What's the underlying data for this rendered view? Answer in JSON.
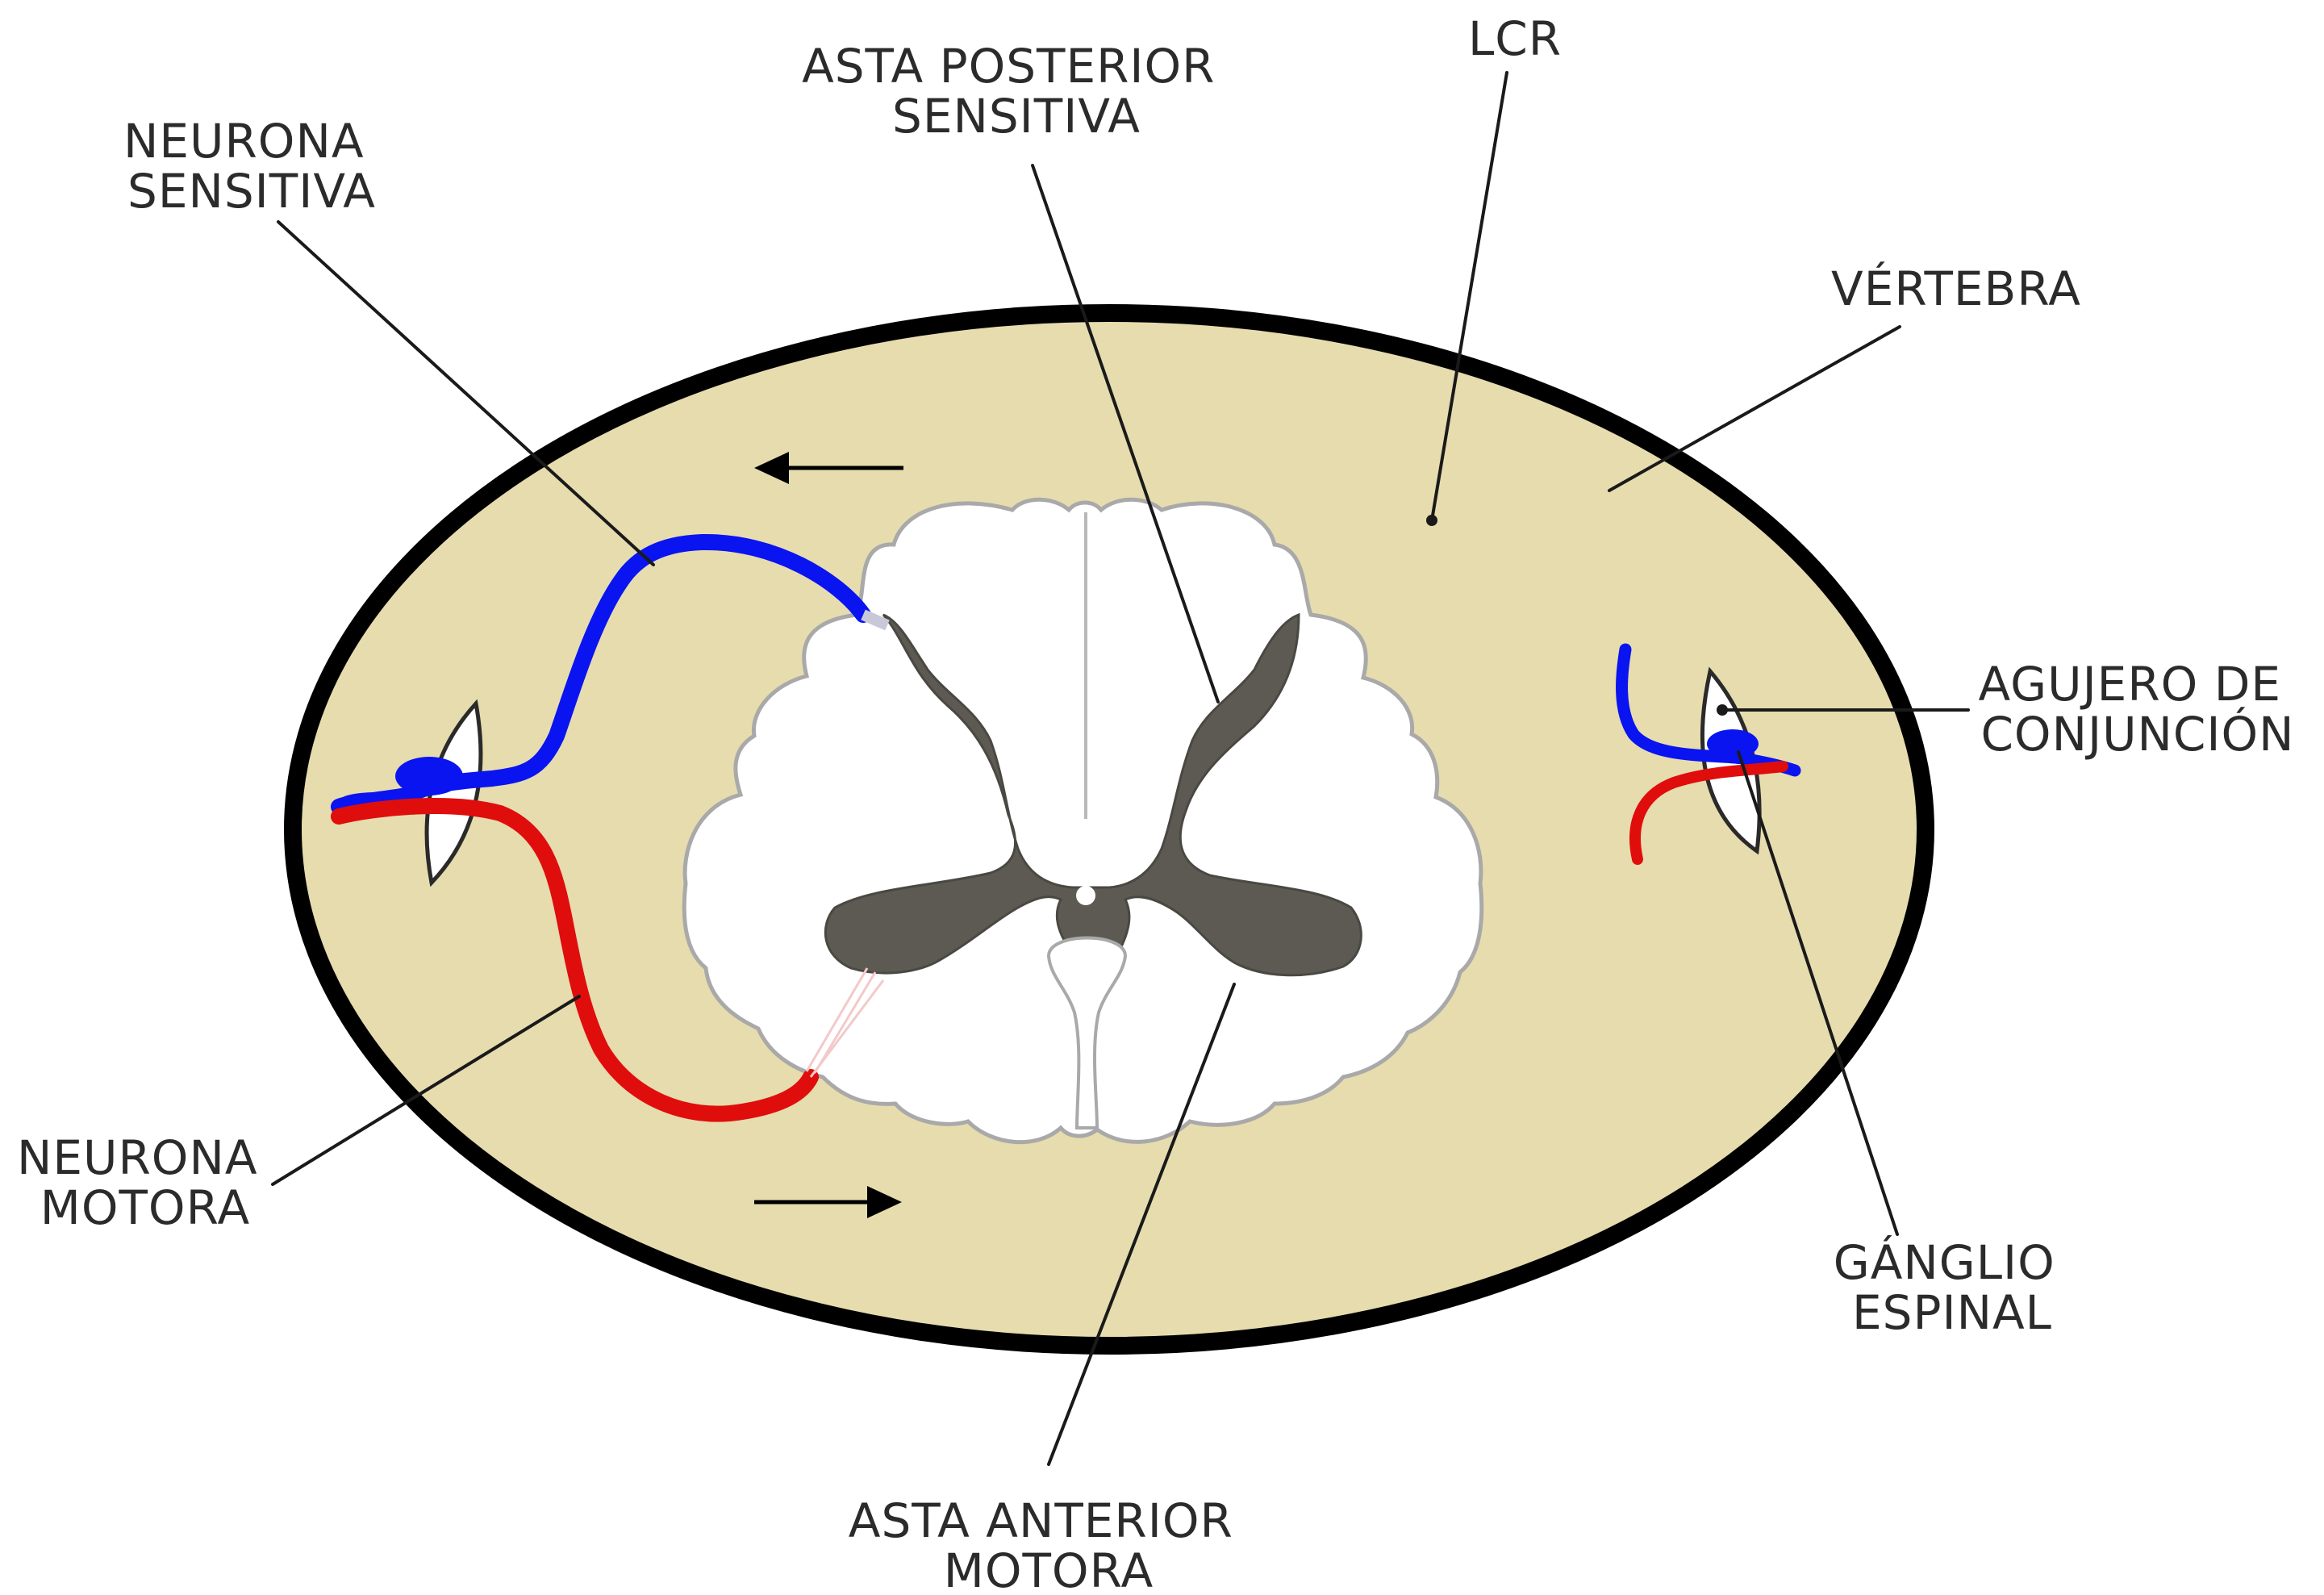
{
  "colors": {
    "background": "#ffffff",
    "csf": "#e6dcae",
    "vertebra": "#000000",
    "white_matter": "#ffffff",
    "white_matter_outline": "#a9a9a9",
    "gray_matter": "#5c5a52",
    "sensory_neuron": "#0a14f0",
    "motor_neuron": "#e00d0d",
    "foramen": "#ffffff",
    "text": "#2b2b2b",
    "leader_lines": "#1a1a1a"
  },
  "labels": {
    "neurona_sensitiva": [
      "NEURONA",
      "SENSITIVA"
    ],
    "asta_posterior": [
      "ASTA POSTERIOR",
      "SENSITIVA"
    ],
    "lcr": [
      "LCR"
    ],
    "vertebra": [
      "VÉRTEBRA"
    ],
    "agujero": [
      "AGUJERO DE",
      "CONJUNCIÓN"
    ],
    "ganglio": [
      "GÁNGLIO",
      "ESPINAL"
    ],
    "asta_anterior": [
      "ASTA ANTERIOR",
      "MOTORA"
    ],
    "neurona_motora": [
      "NEURONA",
      "MOTORA"
    ]
  },
  "icons": {
    "arrow_top": "left-arrow-icon",
    "arrow_bottom": "right-arrow-icon"
  }
}
